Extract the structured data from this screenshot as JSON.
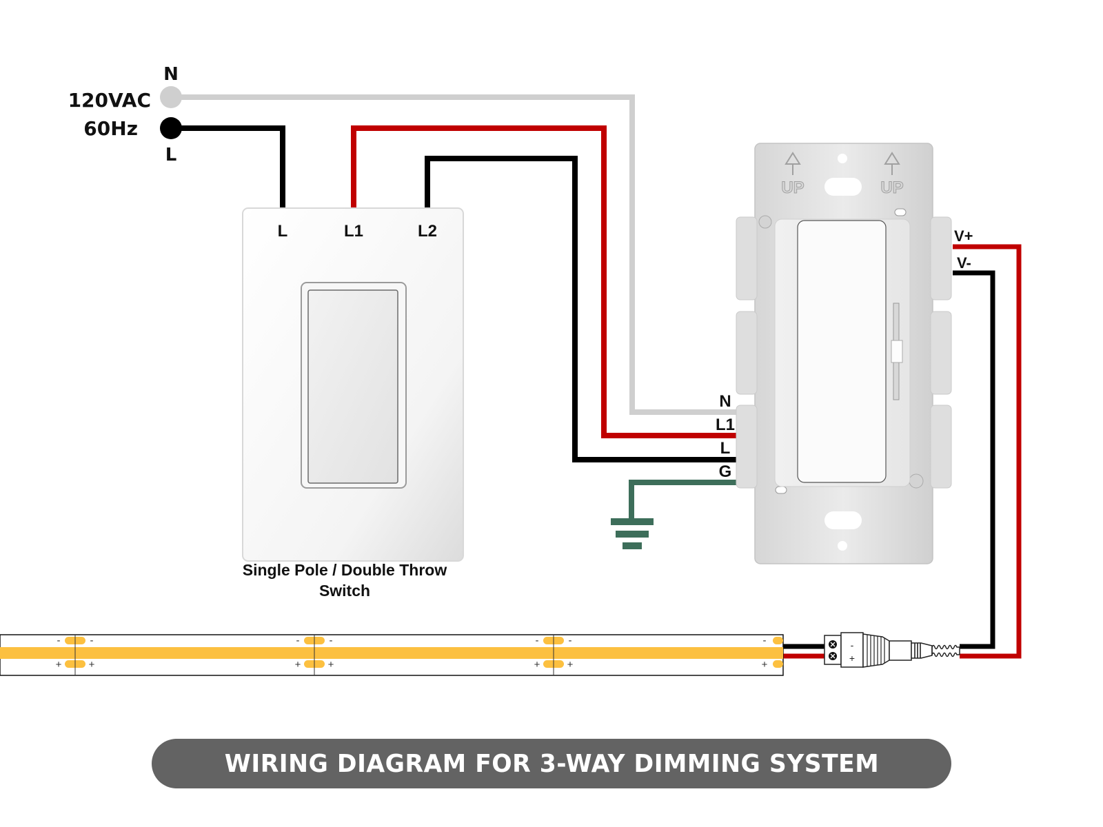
{
  "title": "WIRING DIAGRAM FOR 3-WAY DIMMING SYSTEM",
  "power_source": {
    "voltage": "120VAC",
    "frequency": "60Hz",
    "neutral_label": "N",
    "line_label": "L"
  },
  "switch": {
    "terminals": [
      "L",
      "L1",
      "L2"
    ],
    "caption_line1": "Single Pole / Double Throw",
    "caption_line2": "Switch"
  },
  "dimmer": {
    "mount_labels": [
      "UP",
      "UP"
    ],
    "input_terminals": [
      "N",
      "L1",
      "L",
      "G"
    ],
    "output_terminals": [
      "V+",
      "V-"
    ]
  },
  "connector": {
    "minus": "-",
    "plus": "+"
  },
  "led_strip": {
    "segment_count": 4,
    "pad_minus": "-",
    "pad_plus": "+"
  },
  "colors": {
    "neutral_wire": "#cfcfcf",
    "line_wire": "#000000",
    "red_wire": "#c00000",
    "ground_wire": "#3d6e5a",
    "led_yellow": "#fcc040",
    "banner_bg": "#636363"
  }
}
